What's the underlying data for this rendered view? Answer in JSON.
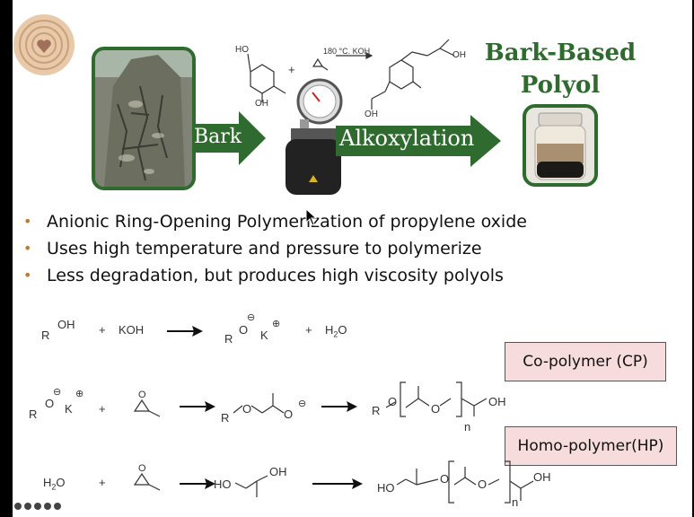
{
  "slide": {
    "title_line1": "Bark-Based",
    "title_line2": "Polyol",
    "arrow_bark": "Bark",
    "arrow_alkoxylation": "Alkoxylation",
    "reaction_condition": "180 °C. KOH",
    "top_ho": "HO",
    "top_oh_bottom": "OH",
    "top_plus": "+",
    "top_oh_product": "OH",
    "top_oh_product2": "OH"
  },
  "bullets": [
    "Anionic Ring-Opening Polymerization of propylene oxide",
    "Uses high temperature and pressure to polymerize",
    "Less degradation, but produces high viscosity polyols"
  ],
  "reactions": {
    "r1_roh": "R",
    "r1_oh": "OH",
    "plus": "+",
    "koh": "KOH",
    "r1_prod_r": "R",
    "r1_prod_o": "O",
    "r1_prod_k": "K",
    "h2o": "H",
    "h2o_2": "2",
    "h2o_o": "O",
    "minus": "⊖",
    "plusion": "⊕",
    "n": "n",
    "ho": "HO",
    "oh": "OH"
  },
  "boxes": {
    "copolymer": "Co-polymer (CP)",
    "homopolymer": "Homo-polymer(HP)"
  },
  "colors": {
    "green": "#2f6b2f",
    "bullet": "#c07a2a",
    "box_fill": "#f6dcdc"
  }
}
